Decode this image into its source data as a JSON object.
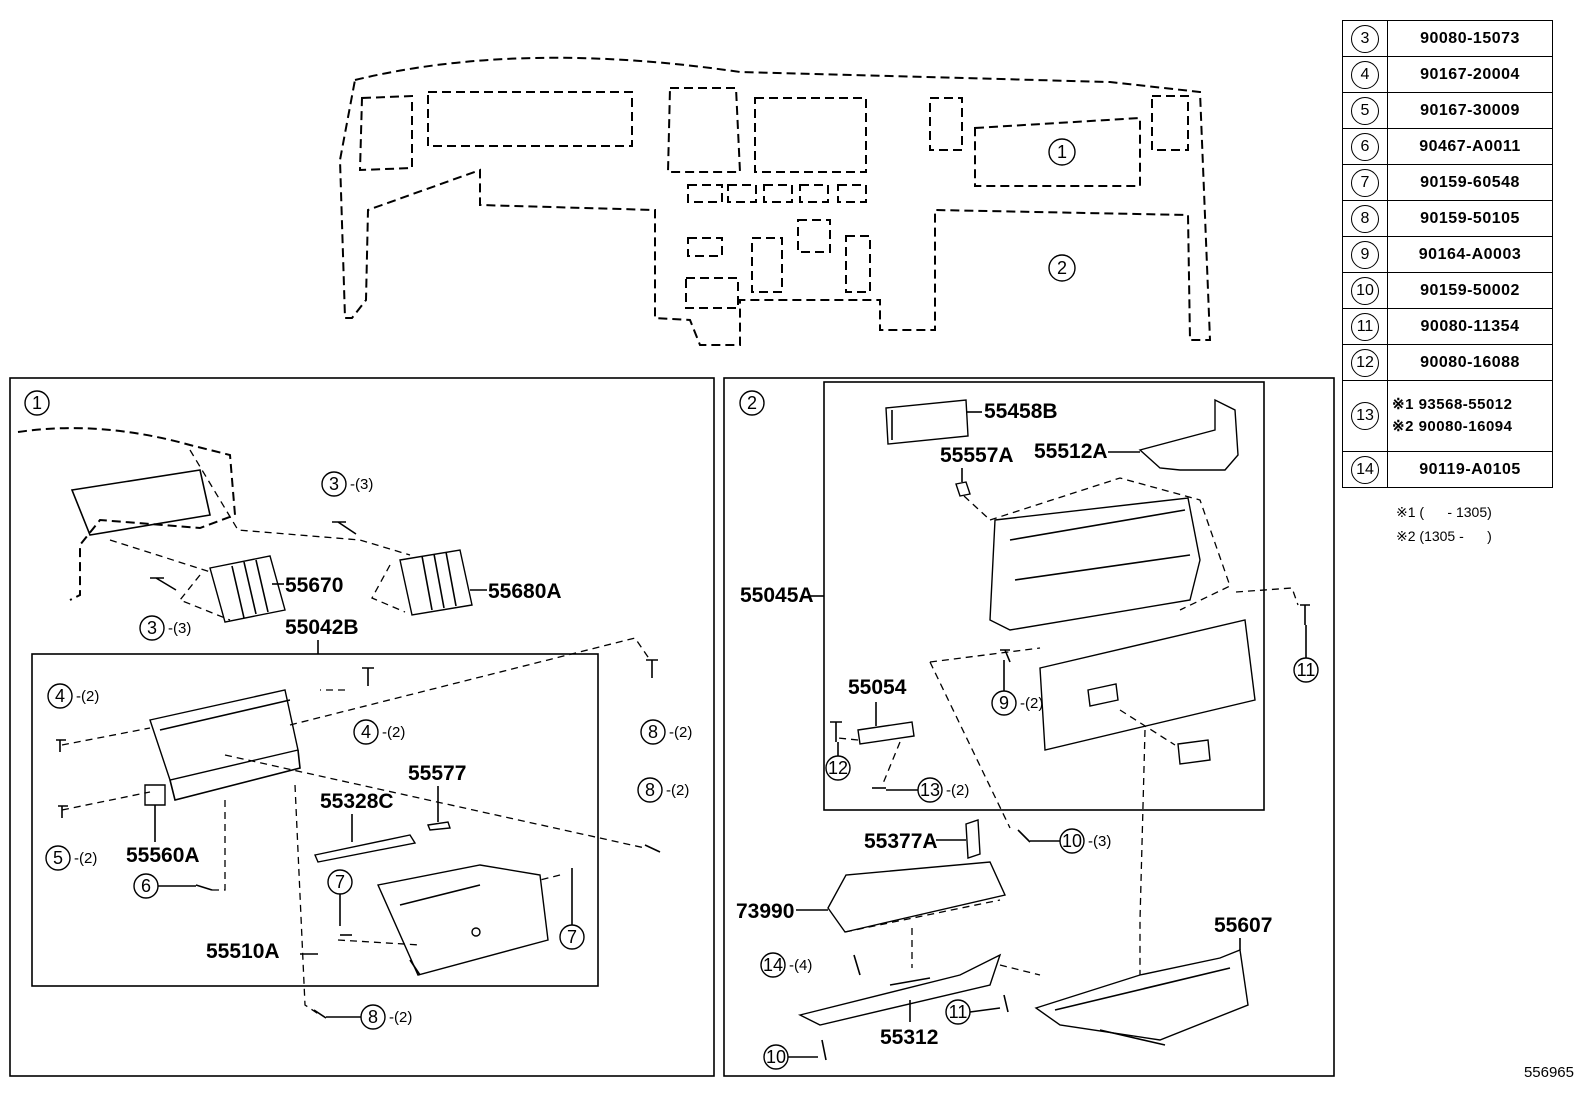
{
  "table": {
    "rows": [
      {
        "no": "3",
        "pn": "90080-15073"
      },
      {
        "no": "4",
        "pn": "90167-20004"
      },
      {
        "no": "5",
        "pn": "90167-30009"
      },
      {
        "no": "6",
        "pn": "90467-A0011"
      },
      {
        "no": "7",
        "pn": "90159-60548"
      },
      {
        "no": "8",
        "pn": "90159-50105"
      },
      {
        "no": "9",
        "pn": "90164-A0003"
      },
      {
        "no": "10",
        "pn": "90159-50002"
      },
      {
        "no": "11",
        "pn": "90080-11354"
      },
      {
        "no": "12",
        "pn": "90080-16088"
      },
      {
        "no": "13",
        "pn_line1": "※1 93568-55012",
        "pn_line2": "※2 90080-16094"
      },
      {
        "no": "14",
        "pn": "90119-A0105"
      }
    ],
    "note1": "※1 (      - 1305)",
    "note2": "※2 (1305 -      )"
  },
  "overview": {
    "callout1": "1",
    "callout2": "2"
  },
  "panel1": {
    "callout": "1",
    "labels": {
      "p55670": "55670",
      "p55680A": "55680A",
      "p55042B": "55042B",
      "p55577": "55577",
      "p55328C": "55328C",
      "p55560A": "55560A",
      "p55510A": "55510A"
    },
    "callouts": {
      "c3a": {
        "num": "3",
        "qty": "-(3)"
      },
      "c3b": {
        "num": "3",
        "qty": "-(3)"
      },
      "c4a": {
        "num": "4",
        "qty": "-(2)"
      },
      "c4b": {
        "num": "4",
        "qty": "-(2)"
      },
      "c5": {
        "num": "5",
        "qty": "-(2)"
      },
      "c6": {
        "num": "6"
      },
      "c7a": {
        "num": "7"
      },
      "c7b": {
        "num": "7"
      },
      "c8a": {
        "num": "8",
        "qty": "-(2)"
      },
      "c8b": {
        "num": "8",
        "qty": "-(2)"
      },
      "c8c": {
        "num": "8",
        "qty": "-(2)"
      }
    }
  },
  "panel2": {
    "callout": "2",
    "labels": {
      "p55458B": "55458B",
      "p55557A": "55557A",
      "p55512A": "55512A",
      "p55045A": "55045A",
      "p55054": "55054",
      "p55377A": "55377A",
      "p73990": "73990",
      "p55607": "55607",
      "p55312": "55312"
    },
    "callouts": {
      "c9": {
        "num": "9",
        "qty": "-(2)"
      },
      "c10a": {
        "num": "10",
        "qty": "-(3)"
      },
      "c10b": {
        "num": "10"
      },
      "c11a": {
        "num": "11"
      },
      "c11b": {
        "num": "11"
      },
      "c12": {
        "num": "12"
      },
      "c13": {
        "num": "13",
        "qty": "-(2)"
      },
      "c14": {
        "num": "14",
        "qty": "-(4)"
      }
    }
  },
  "illustration_number": "556965"
}
